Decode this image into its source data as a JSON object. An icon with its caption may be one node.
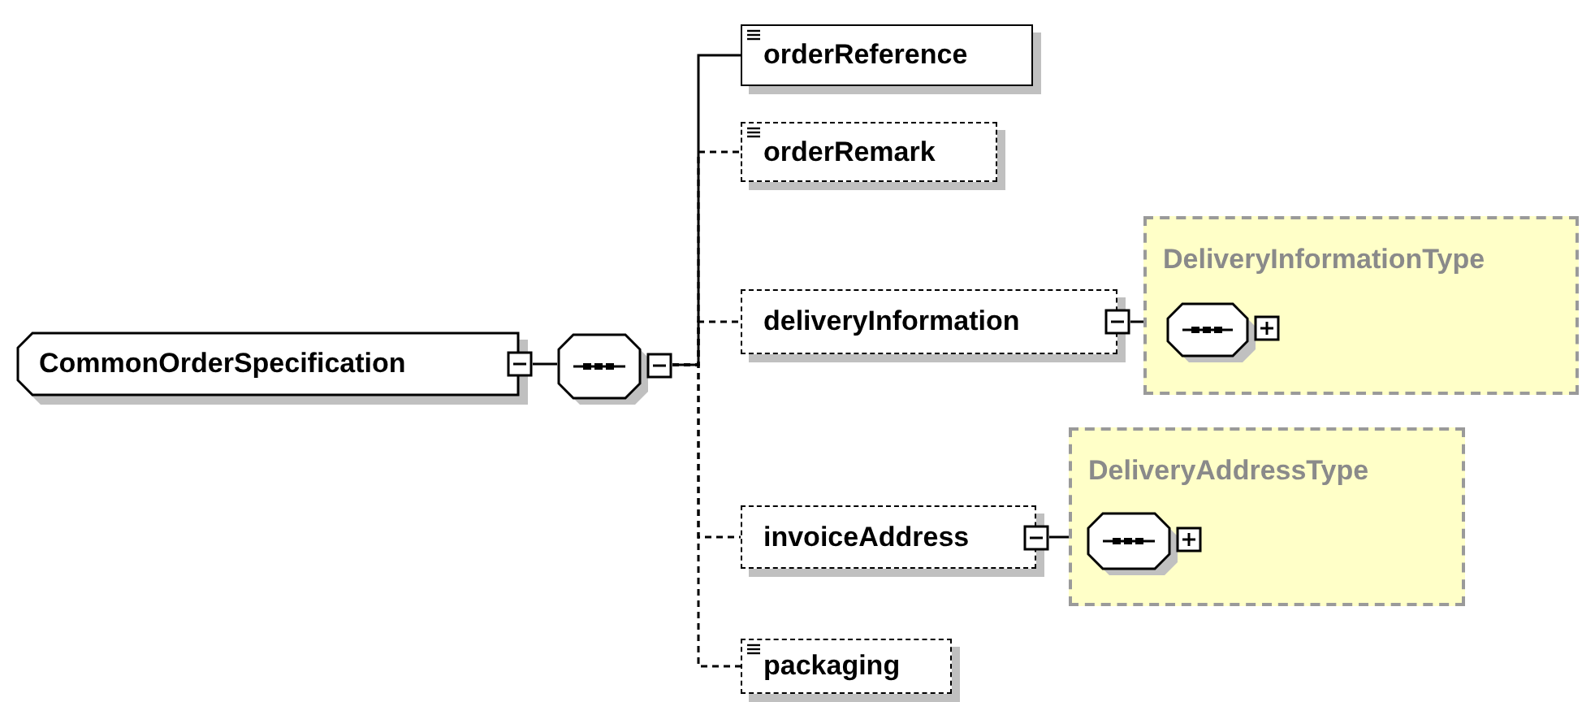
{
  "diagram": {
    "nodes": [
      {
        "text": [
          "CommonOrderSpecification"
        ]
      },
      {
        "text": [],
        "shape": "octagon"
      },
      {
        "text": [
          "orderReference"
        ]
      },
      {
        "text": [
          "orderRemark"
        ]
      },
      {
        "text": [
          "deliveryInformation"
        ]
      },
      {
        "text": [
          "DeliveryInformationType"
        ]
      },
      {
        "text": [],
        "shape": "octagon",
        "in": 5
      },
      {
        "text": [
          "invoiceAddress"
        ]
      },
      {
        "text": [
          "DeliveryAddressType"
        ]
      },
      {
        "text": [],
        "shape": "octagon",
        "in": 8
      },
      {
        "text": [
          "packaging"
        ]
      }
    ],
    "edges": [
      {
        "from": 0,
        "to": 1,
        "arrow": "none"
      },
      {
        "from": 1,
        "to": 2,
        "arrow": "none"
      },
      {
        "from": 1,
        "to": 3,
        "arrow": "none",
        "style": "dashed"
      },
      {
        "from": 1,
        "to": 4,
        "arrow": "none",
        "style": "dashed"
      },
      {
        "from": 1,
        "to": 7,
        "arrow": "none",
        "style": "dashed"
      },
      {
        "from": 1,
        "to": 10,
        "arrow": "none",
        "style": "dashed"
      },
      {
        "from": 4,
        "to": 6,
        "arrow": "none"
      },
      {
        "from": 7,
        "to": 9,
        "arrow": "none"
      }
    ]
  }
}
